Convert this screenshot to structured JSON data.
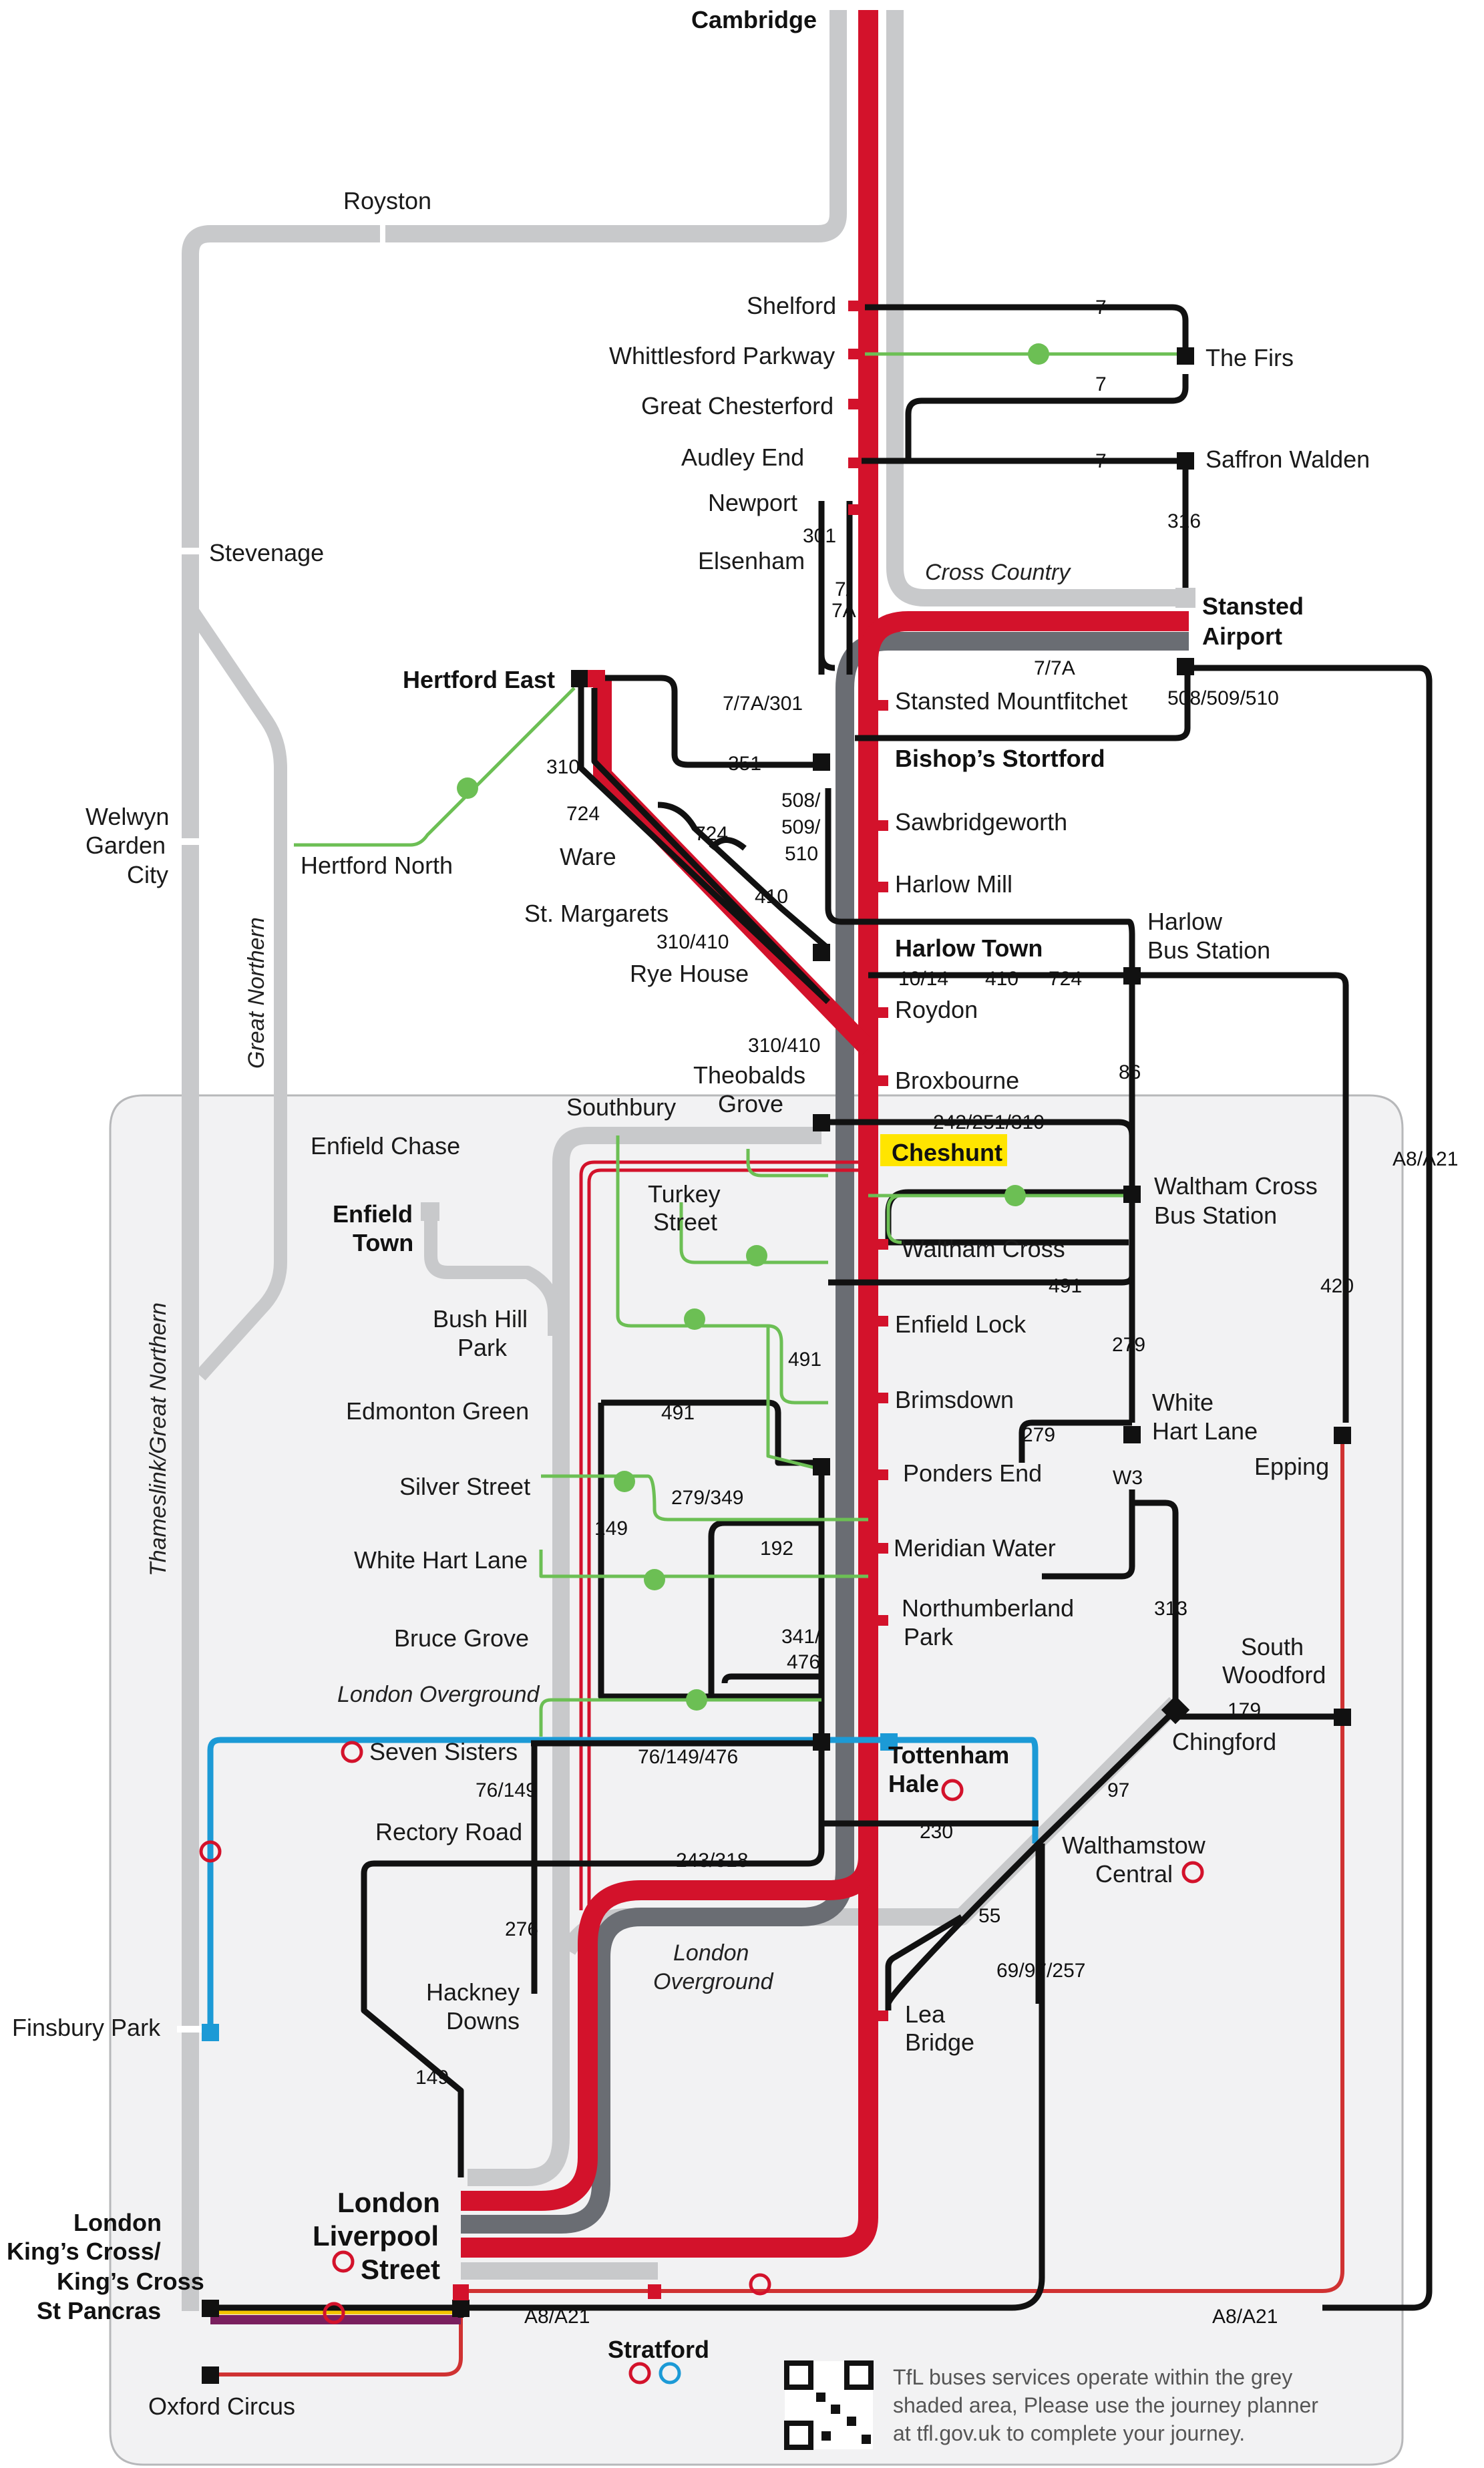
{
  "colors": {
    "greater_anglia": "#d3122b",
    "stansted_express": "#6a6d73",
    "national_rail_other": "#c8c9cb",
    "bus": "#111111",
    "walk": "#6cbf54",
    "overground": "#1c9ad6",
    "elizabeth_line": "#d03232",
    "victoria_line_yellow": "#f5c400",
    "shaded_area": "#f2f2f3",
    "highlight": "#ffe500"
  },
  "lines": {
    "cross_country": "Cross Country",
    "great_northern": "Great Northern",
    "thameslink_great_northern": "Thameslink/Great Northern",
    "london_overground_1": "London Overground",
    "london_overground_2_a": "London",
    "london_overground_2_b": "Overground"
  },
  "stations": {
    "cambridge": "Cambridge",
    "royston": "Royston",
    "shelford": "Shelford",
    "whittlesford": "Whittlesford Parkway",
    "great_chesterford": "Great Chesterford",
    "audley_end": "Audley End",
    "newport": "Newport",
    "elsenham": "Elsenham",
    "the_firs": "The Firs",
    "saffron_walden": "Saffron Walden",
    "stevenage": "Stevenage",
    "stansted_1": "Stansted",
    "stansted_2": "Airport",
    "stansted_mountfitchet": "Stansted Mountfitchet",
    "hertford_east": "Hertford East",
    "bishops_stortford": "Bishop’s Stortford",
    "welwyn_1": "Welwyn",
    "welwyn_2": "Garden",
    "welwyn_3": "City",
    "hertford_north": "Hertford North",
    "sawbridgeworth": "Sawbridgeworth",
    "ware": "Ware",
    "harlow_mill": "Harlow Mill",
    "st_margarets": "St. Margarets",
    "harlow_town": "Harlow Town",
    "harlow_bus_1": "Harlow",
    "harlow_bus_2": "Bus Station",
    "rye_house": "Rye House",
    "roydon": "Roydon",
    "theobalds_1": "Theobalds",
    "theobalds_2": "Grove",
    "broxbourne": "Broxbourne",
    "southbury": "Southbury",
    "enfield_chase": "Enfield Chase",
    "cheshunt": "Cheshunt",
    "turkey_1": "Turkey",
    "turkey_2": "Street",
    "enfield_town_1": "Enfield",
    "enfield_town_2": "Town",
    "waltham_cross_bus_1": "Waltham Cross",
    "waltham_cross_bus_2": "Bus Station",
    "waltham_cross": "Waltham Cross",
    "bush_hill_1": "Bush Hill",
    "bush_hill_2": "Park",
    "enfield_lock": "Enfield Lock",
    "edmonton_green": "Edmonton Green",
    "brimsdown": "Brimsdown",
    "white_hart_lane_e_1": "White",
    "white_hart_lane_e_2": "Hart Lane",
    "ponders_end": "Ponders End",
    "epping": "Epping",
    "silver_street": "Silver Street",
    "meridian_water": "Meridian Water",
    "white_hart_lane": "White Hart Lane",
    "northumberland_1": "Northumberland",
    "northumberland_2": "Park",
    "bruce_grove": "Bruce Grove",
    "south_woodford_1": "South",
    "south_woodford_2": "Woodford",
    "chingford": "Chingford",
    "seven_sisters": "Seven Sisters",
    "tottenham_1": "Tottenham",
    "tottenham_2": "Hale",
    "rectory_road": "Rectory Road",
    "walthamstow_1": "Walthamstow",
    "walthamstow_2": "Central",
    "hackney_1": "Hackney",
    "hackney_2": "Downs",
    "finsbury_park": "Finsbury Park",
    "lea_bridge_1": "Lea",
    "lea_bridge_2": "Bridge",
    "liverpool_1": "London",
    "liverpool_2": "Liverpool",
    "liverpool_3": "Street",
    "kings_cross_1": "London",
    "kings_cross_2": "King’s Cross/",
    "kings_cross_3": "King’s Cross",
    "kings_cross_4": "St Pancras",
    "stratford": "Stratford",
    "oxford_circus": "Oxford Circus"
  },
  "routes": {
    "r7_shelford": "7",
    "r7_whittlesford": "7",
    "r7_saffron": "7",
    "r301": "301",
    "r316": "316",
    "r7_7a_a": "7/",
    "r7_7a_b": "7A",
    "r7_7a_h": "7/7A",
    "r7_7a_301": "7/7A/301",
    "r508_stansted": "508/509/510",
    "r351": "351",
    "r310": "310",
    "r724_a": "724",
    "r724_b": "724",
    "r508_a": "508/",
    "r508_b": "509/",
    "r508_c": "510",
    "r410": "410",
    "r310_410_a": "310/410",
    "r310_410_b": "310/410",
    "r10_14": "10/14",
    "r410_h": "410",
    "r724_h": "724",
    "r86": "86",
    "r242": "242/251/310",
    "ra8_a21_v": "A8/A21",
    "r420": "420",
    "r491_a": "491",
    "r491_b": "491",
    "r491_c": "491",
    "r279_v": "279",
    "r279_h": "279",
    "rw3": "W3",
    "r279_349": "279/349",
    "r149_a": "149",
    "r192": "192",
    "r313": "313",
    "r341_476_a": "341/",
    "r341_476_b": "476",
    "r179": "179",
    "r76_149": "76/149",
    "r76_149_476": "76/149/476",
    "r97": "97",
    "r230": "230",
    "r243_318": "243/318",
    "r55": "55",
    "r276": "276",
    "r69_97_257": "69/97/257",
    "r149_b": "149",
    "ra8_a21_a": "A8/A21",
    "ra8_a21_b": "A8/A21"
  },
  "note": {
    "line1": "TfL buses services operate within the grey",
    "line2": "shaded area, Please use the journey planner",
    "line3": "at tfl.gov.uk to complete your journey."
  }
}
